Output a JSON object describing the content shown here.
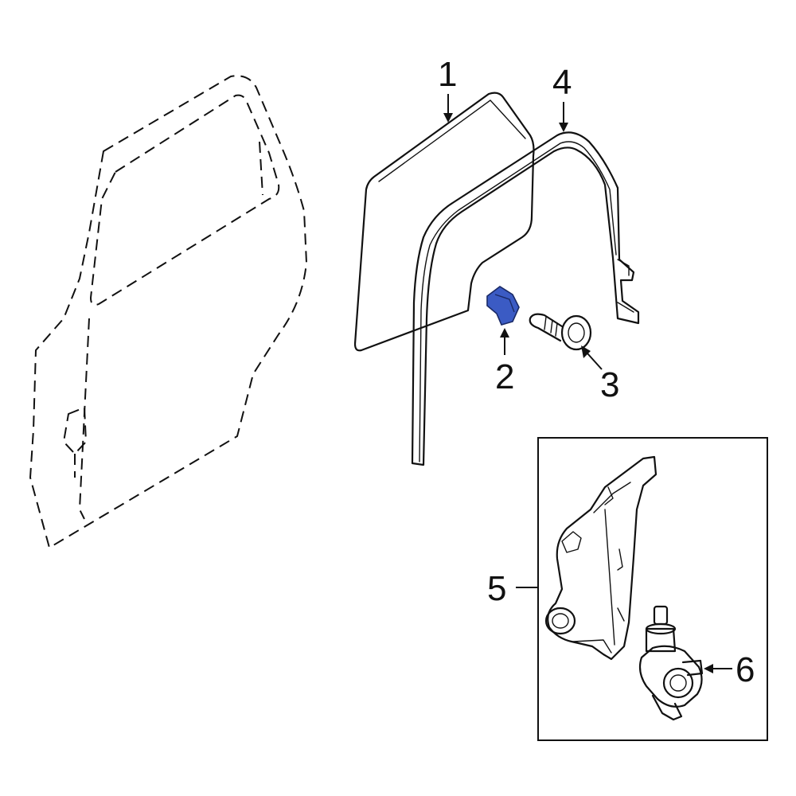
{
  "callouts": {
    "p1": "1",
    "p2": "2",
    "p3": "3",
    "p4": "4",
    "p5": "5",
    "p6": "6"
  },
  "colors": {
    "line": "#111111",
    "highlight": "#3b5bc4",
    "background": "#ffffff"
  }
}
